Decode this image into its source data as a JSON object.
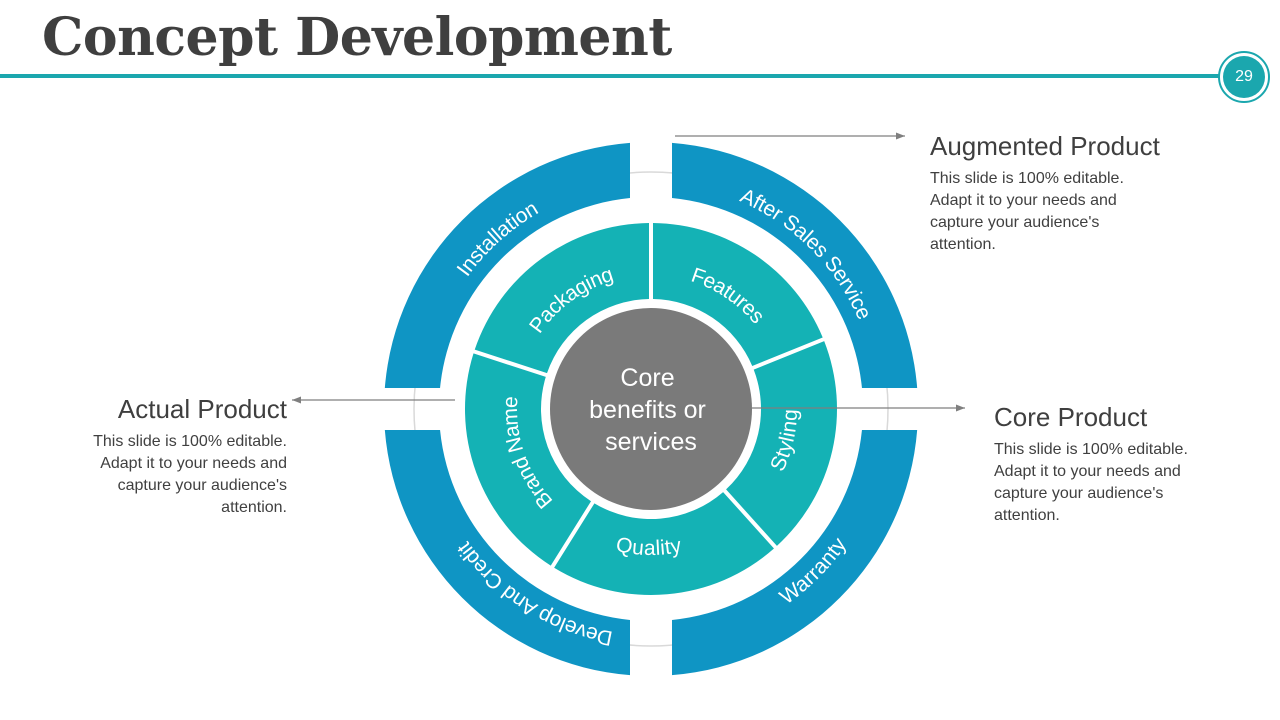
{
  "slide": {
    "title": "Concept Development",
    "page_number": "29"
  },
  "diagram": {
    "center": [
      "Core",
      "benefits or",
      "services"
    ],
    "inner_ring": [
      "Features",
      "Styling",
      "Quality",
      "Brand Name",
      "Packaging"
    ],
    "outer_ring": [
      "After Sales Service",
      "Warranty",
      "Develop And Credit",
      "Installation"
    ]
  },
  "callouts": {
    "augmented": {
      "title": "Augmented Product",
      "body": "This slide is 100% editable. Adapt it to your needs and capture your audience's attention."
    },
    "core": {
      "title": "Core Product",
      "body": "This slide is 100% editable. Adapt it to your needs and capture your audience's attention."
    },
    "actual": {
      "title": "Actual Product",
      "body": "This slide is 100% editable. Adapt it to your needs and capture your audience's attention."
    }
  },
  "colors": {
    "outer_ring": "#0f95c4",
    "inner_ring": "#14b2b5",
    "center": "#7a7a7a",
    "accent": "#1ba7ae",
    "arrow": "#7f7f7f"
  }
}
